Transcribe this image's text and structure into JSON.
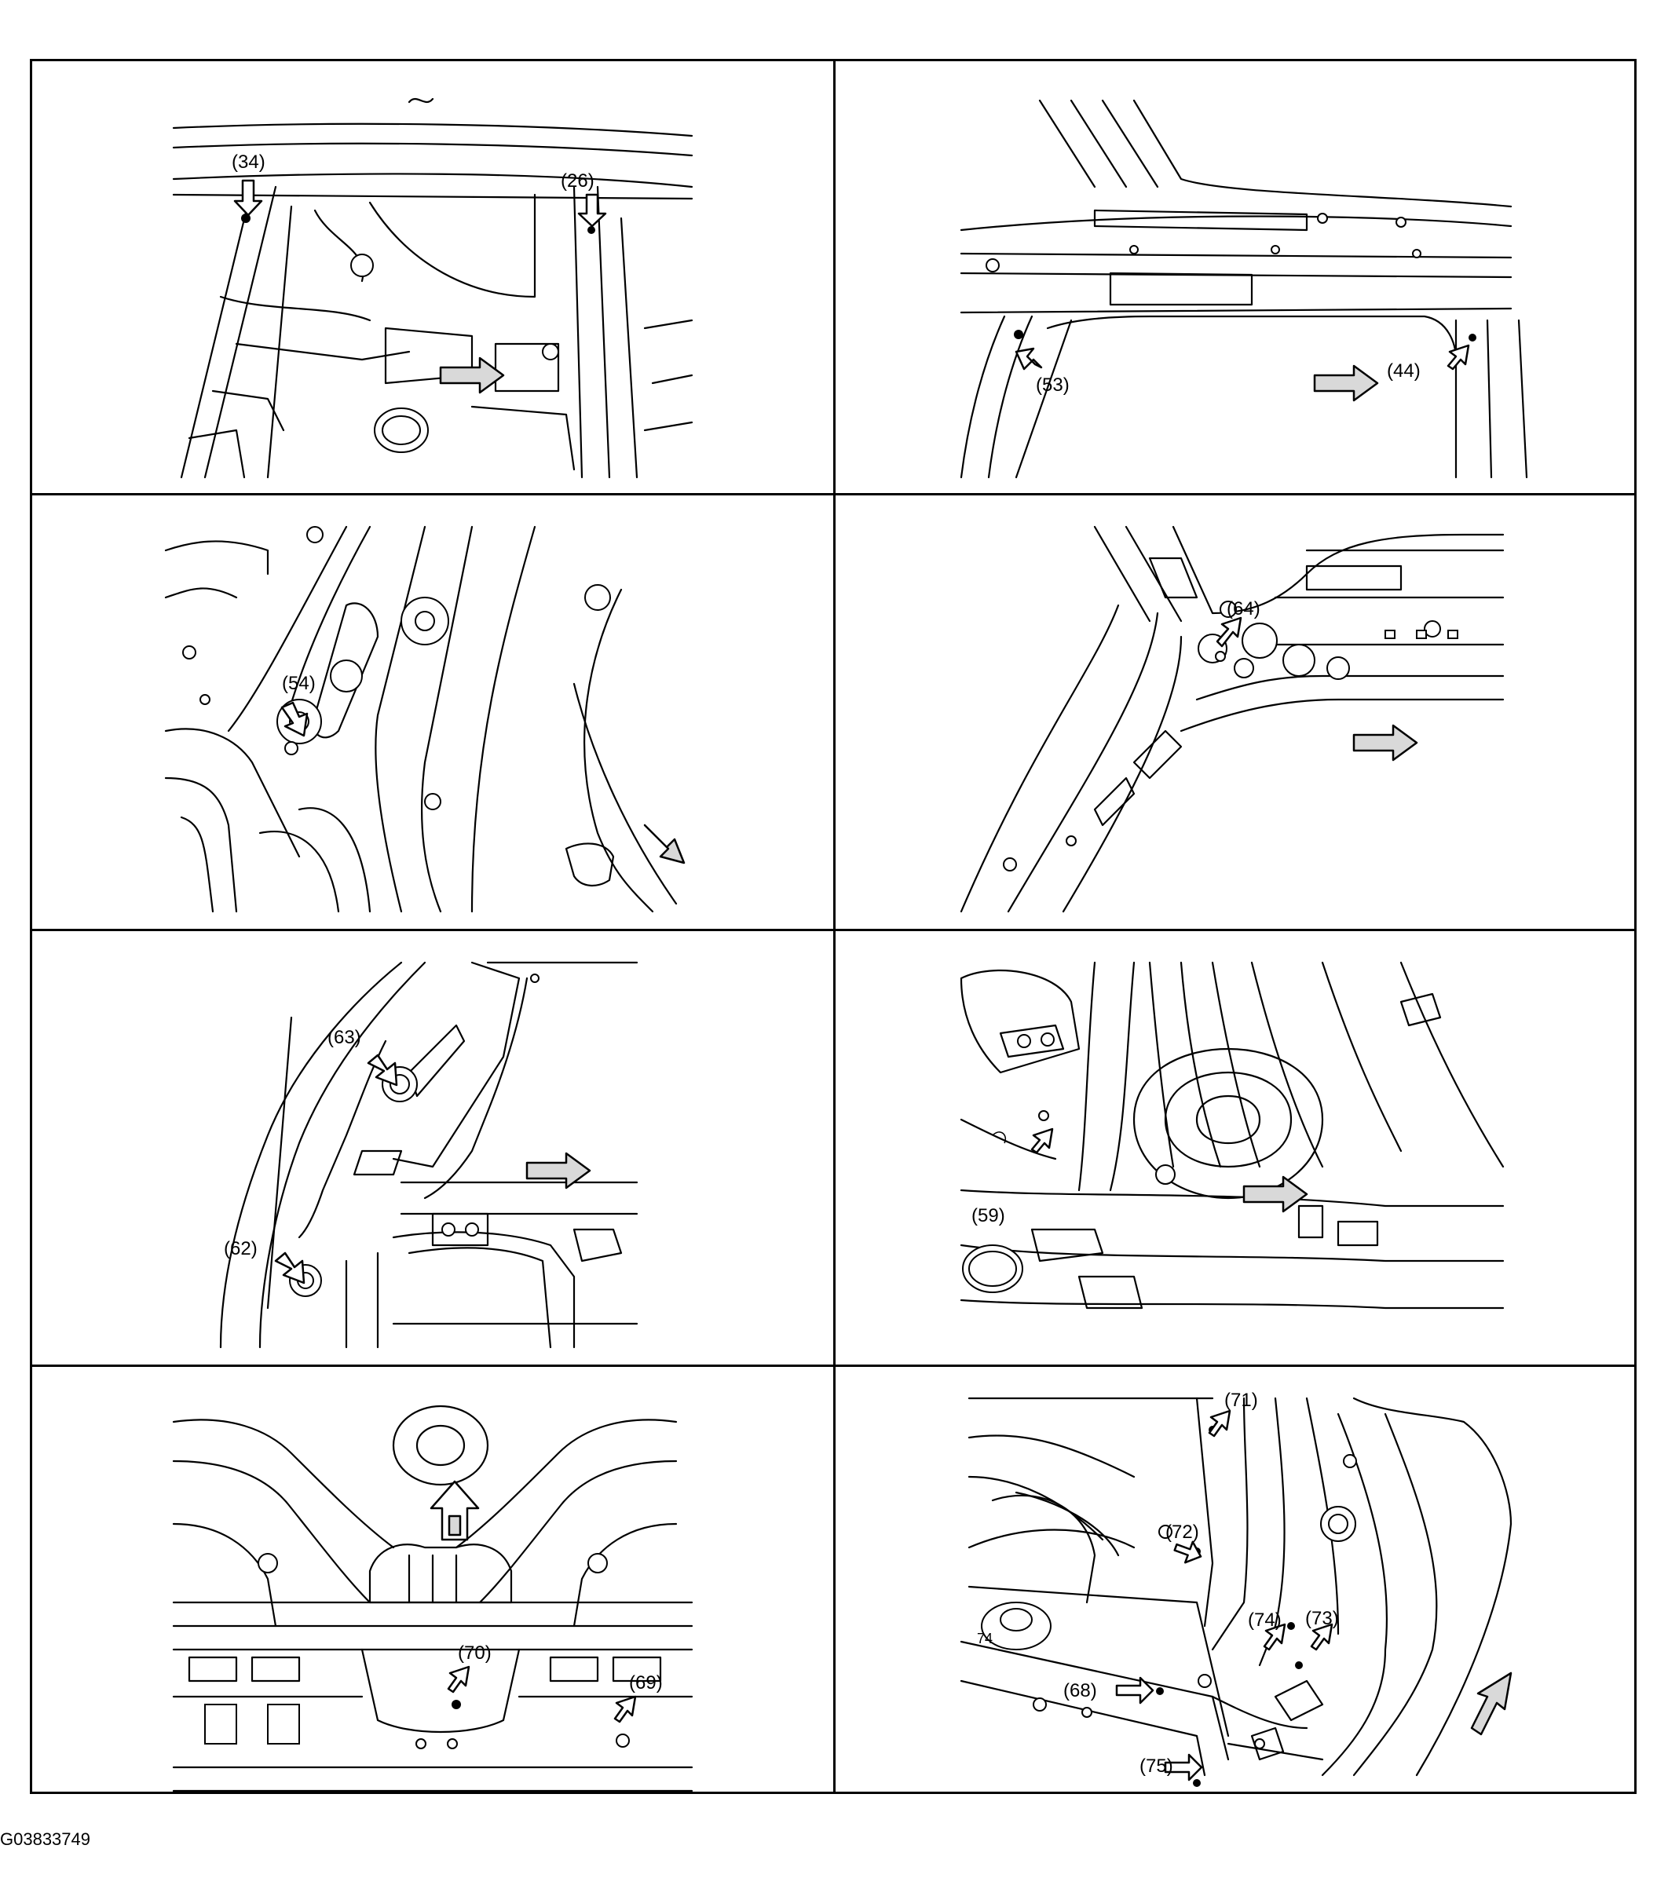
{
  "figure_code": "G03833749",
  "panels": [
    {
      "id": "p1",
      "callouts": [
        "(34)",
        "(26)"
      ]
    },
    {
      "id": "p2",
      "callouts": [
        "(53)",
        "(44)"
      ]
    },
    {
      "id": "p3",
      "callouts": [
        "(54)"
      ]
    },
    {
      "id": "p4",
      "callouts": [
        "(64)"
      ]
    },
    {
      "id": "p5",
      "callouts": [
        "(63)",
        "(62)"
      ]
    },
    {
      "id": "p6",
      "callouts": [
        "(59)"
      ]
    },
    {
      "id": "p7",
      "callouts": [
        "(70)",
        "(69)"
      ]
    },
    {
      "id": "p8",
      "callouts": [
        "(71)",
        "(72)",
        "(74)",
        "(73)",
        "(68)",
        "(75)"
      ]
    }
  ]
}
